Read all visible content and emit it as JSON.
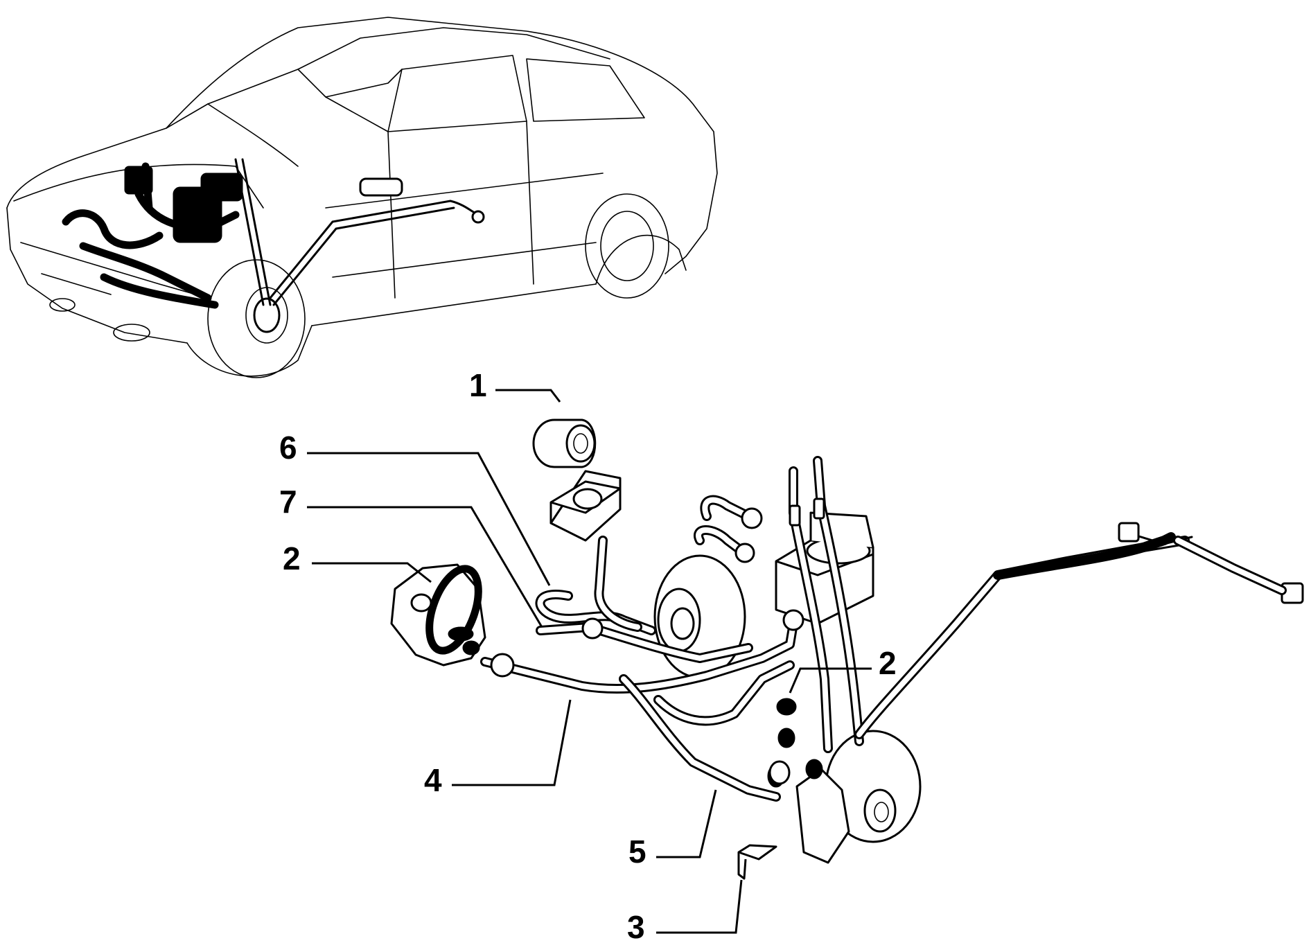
{
  "diagram": {
    "callouts": [
      {
        "id": "1",
        "label": "1"
      },
      {
        "id": "6",
        "label": "6"
      },
      {
        "id": "7",
        "label": "7"
      },
      {
        "id": "2a",
        "label": "2"
      },
      {
        "id": "2b",
        "label": "2"
      },
      {
        "id": "4",
        "label": "4"
      },
      {
        "id": "5",
        "label": "5"
      },
      {
        "id": "3",
        "label": "3"
      }
    ]
  }
}
